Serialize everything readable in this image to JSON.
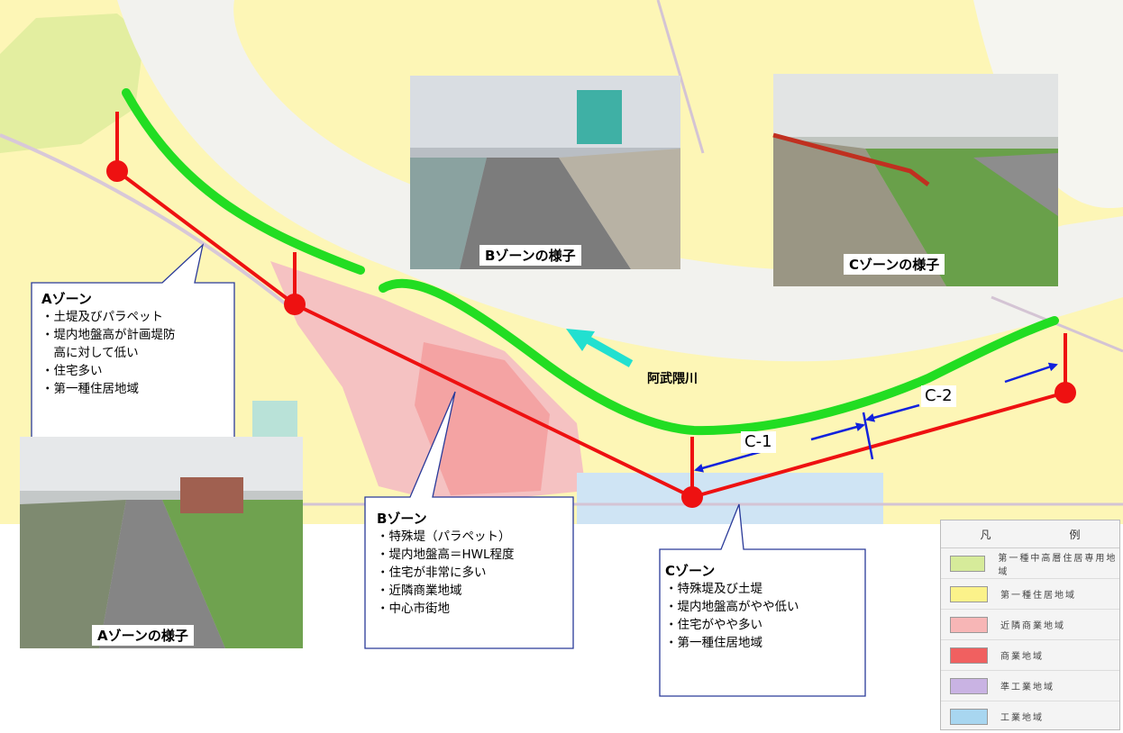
{
  "zones": {
    "a": {
      "title": "Aゾーン",
      "lines": [
        "・土堤及びパラペット",
        "・堤内地盤高が計画堤防",
        "　高に対して低い",
        "・住宅多い",
        "・第一種住居地域"
      ]
    },
    "b": {
      "title": "Bゾーン",
      "lines": [
        "・特殊堤（パラペット）",
        "・堤内地盤高＝HWL程度",
        "・住宅が非常に多い",
        "・近隣商業地域",
        "・中心市街地"
      ]
    },
    "c": {
      "title": "Cゾーン",
      "lines": [
        "・特殊堤及び土堤",
        "・堤内地盤高がやや低い",
        "・住宅がやや多い",
        "・第一種住居地域"
      ]
    }
  },
  "photos": {
    "a": "Aゾーンの様子",
    "b": "Bゾーンの様子",
    "c": "Cゾーンの様子"
  },
  "segments": {
    "c1": "C-1",
    "c2": "C-2"
  },
  "river": "阿武隈川",
  "legend": {
    "header": [
      "凡",
      "例"
    ],
    "rows": [
      {
        "label": "第一種中高層住居専用地域",
        "color": "#d6eb9a"
      },
      {
        "label": "第一種住居地域",
        "color": "#fbf28a"
      },
      {
        "label": "近隣商業地域",
        "color": "#f7b6b6"
      },
      {
        "label": "商業地域",
        "color": "#f06060"
      },
      {
        "label": "準工業地域",
        "color": "#c9b3e3"
      },
      {
        "label": "工業地域",
        "color": "#a8d6f0"
      }
    ]
  },
  "colors": {
    "embankment": "#22dd22",
    "zone_line": "#ee1111",
    "arrow": "#1122dd",
    "flow_arrow": "#22e0d0"
  }
}
